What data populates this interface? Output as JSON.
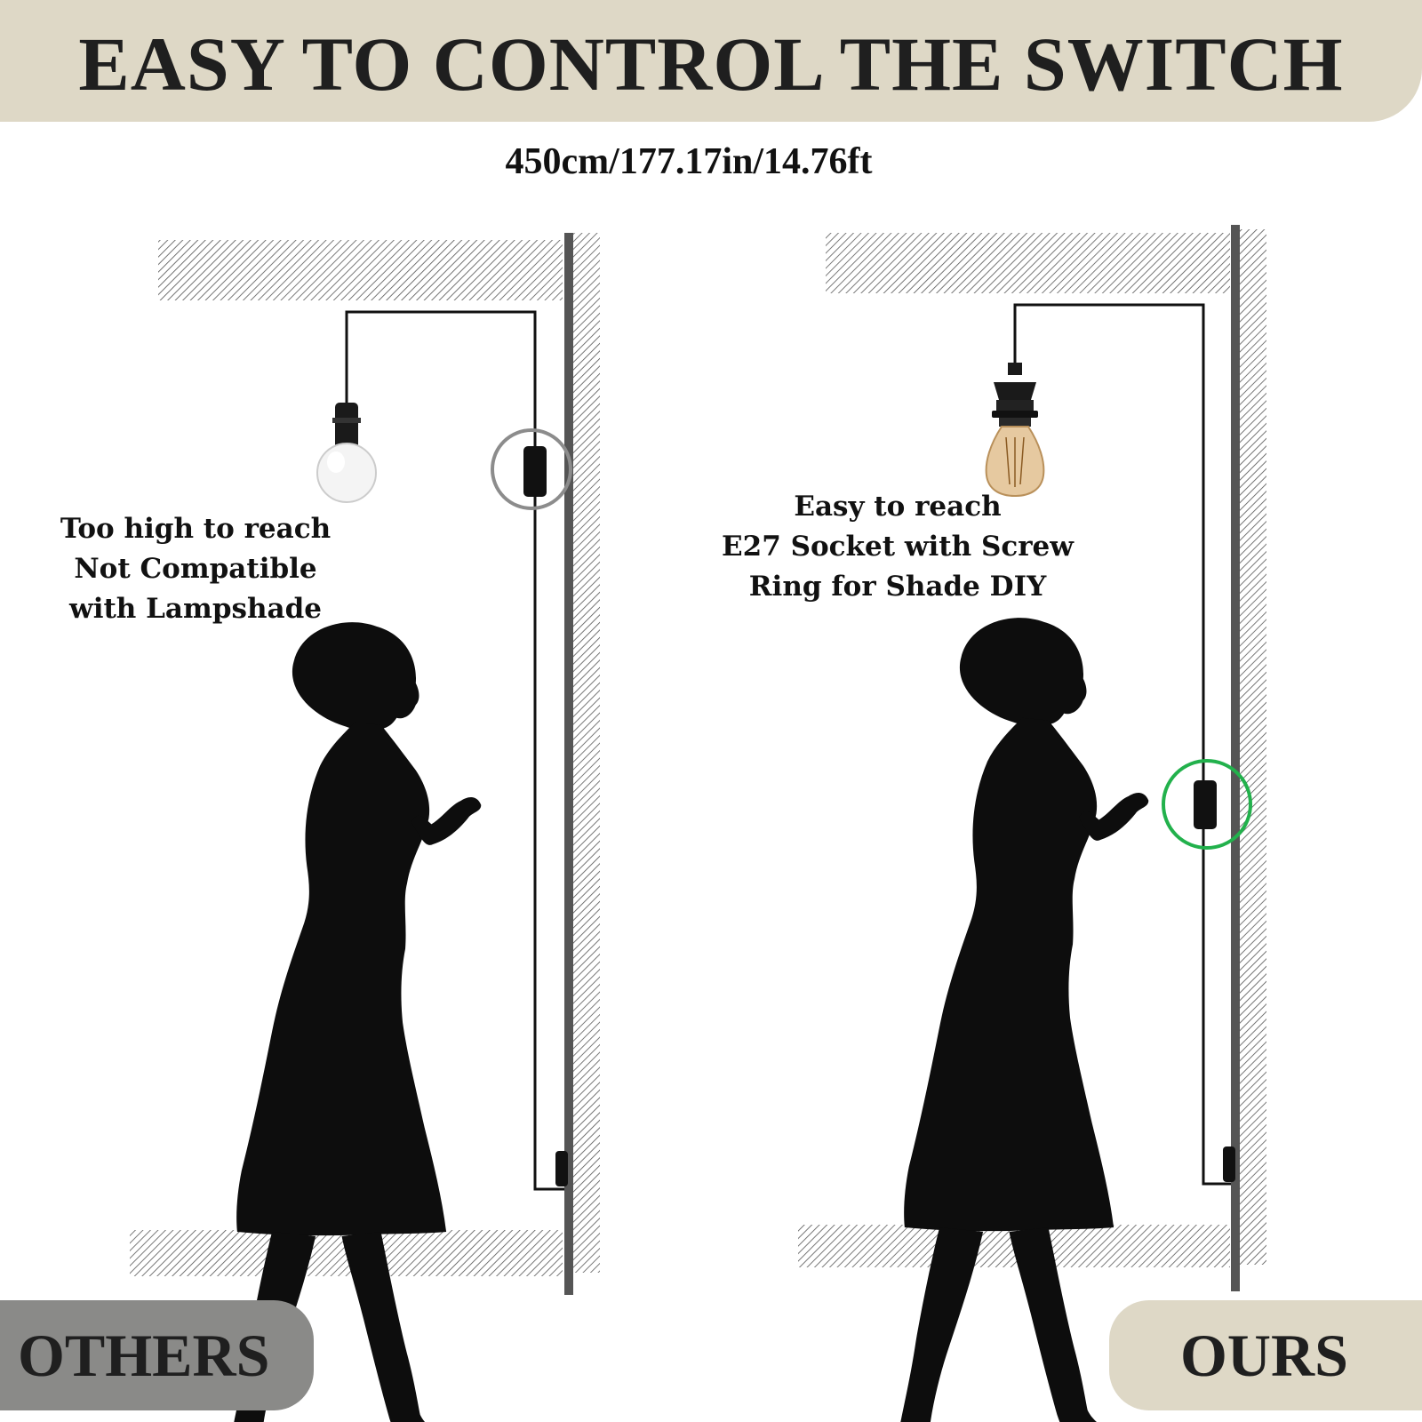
{
  "header": {
    "title": "EASY TO CONTROL THE SWITCH",
    "length": "450cm/177.17in/14.76ft"
  },
  "others": {
    "caption_lines": [
      "Too high to reach",
      "Not Compatible",
      "with Lampshade"
    ],
    "label": "OTHERS",
    "highlight_color": "#8c8c8c"
  },
  "ours": {
    "caption_lines": [
      "Easy to reach",
      "E27 Socket with Screw",
      "Ring for Shade DIY"
    ],
    "label": "OURS",
    "highlight_color": "#22b14c"
  },
  "colors": {
    "banner": "#ded8c6",
    "others_badge": "#8a8a88",
    "silhouette": "#0d0d0d"
  }
}
